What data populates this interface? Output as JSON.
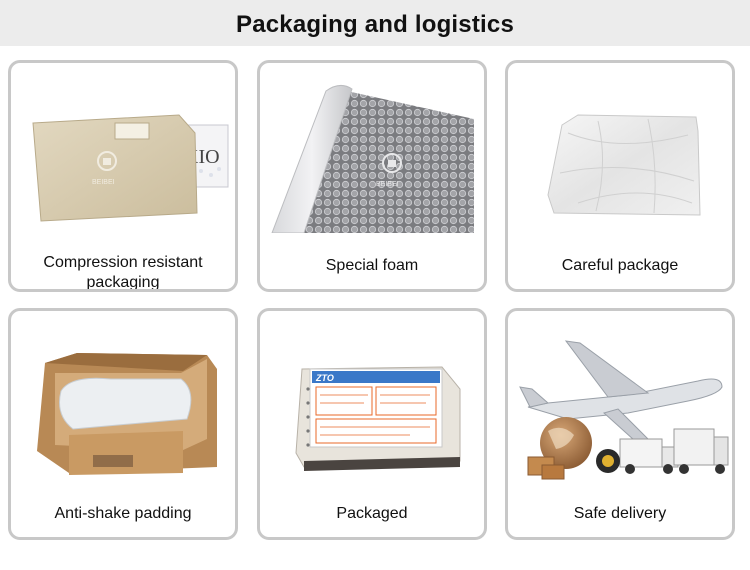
{
  "header": {
    "title": "Packaging and logistics"
  },
  "cards": [
    {
      "label": "Compression resistant packaging",
      "icon": "padded-envelope-icon"
    },
    {
      "label": "Special foam",
      "icon": "bubble-wrap-roll-icon"
    },
    {
      "label": "Careful package",
      "icon": "wrapped-parcel-icon"
    },
    {
      "label": "Anti-shake padding",
      "icon": "open-box-icon"
    },
    {
      "label": "Packaged",
      "icon": "shipping-label-box-icon"
    },
    {
      "label": "Safe delivery",
      "icon": "airplane-truck-globe-icon"
    }
  ],
  "images": {
    "envelope_text": "XIO",
    "label_brand": "ZTO"
  },
  "colors": {
    "header_bg": "#ececec",
    "card_border": "#c8c8c8",
    "kraft": "#d8cdb3",
    "cardboard": "#b88955",
    "label_orange": "#e8682a"
  }
}
